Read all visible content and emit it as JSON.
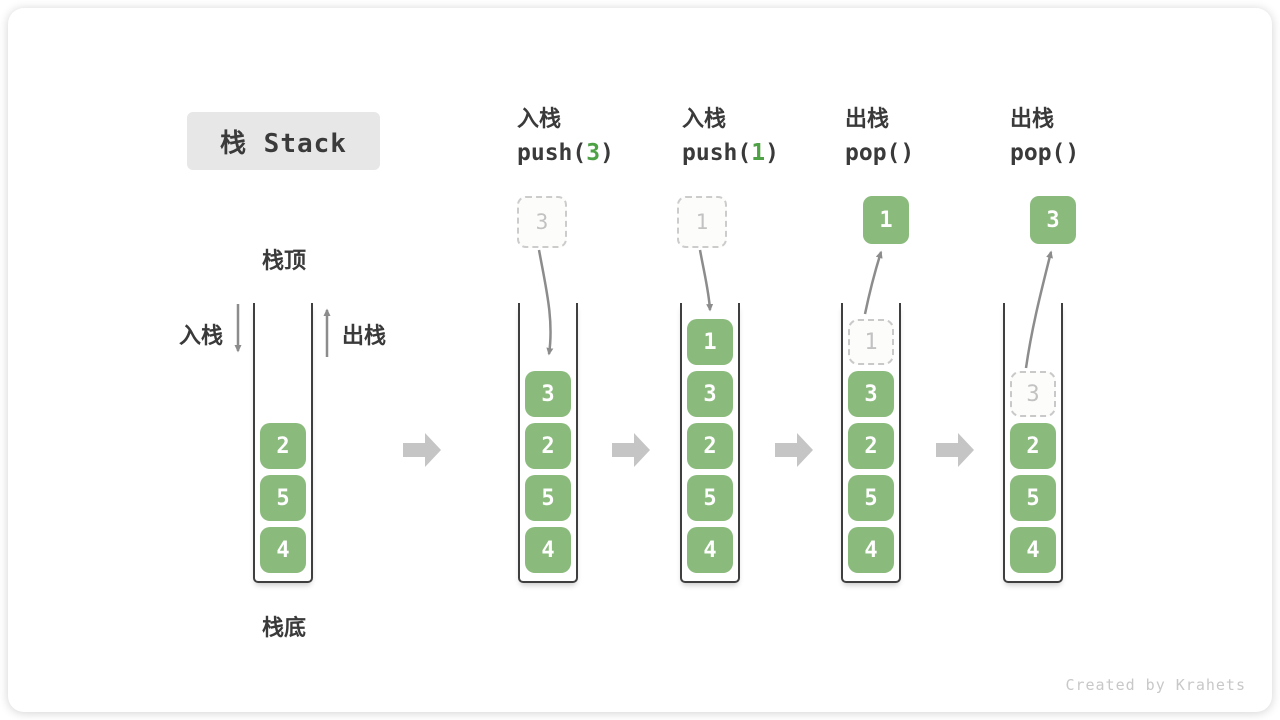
{
  "title": {
    "label": "栈 Stack"
  },
  "legend": {
    "stack_top": "栈顶",
    "stack_bottom": "栈底",
    "push": "入栈",
    "pop": "出栈"
  },
  "watermark": "Created by Krahets",
  "colors": {
    "box_green": "#8aba7c",
    "code_arg_green": "#4fa145",
    "curve_arrow_gray": "#8c8c8c",
    "block_arrow_gray": "#c5c5c5",
    "ghost_border_gray": "#c9c9c9",
    "title_bg_gray": "#e7e7e7",
    "text_dark": "#3a3a3a"
  },
  "columns": [
    {
      "name": "initial-stack",
      "stack": [
        {
          "value": "2",
          "ghost": false
        },
        {
          "value": "5",
          "ghost": false
        },
        {
          "value": "4",
          "ghost": false
        }
      ]
    },
    {
      "name": "push-3",
      "header": {
        "op": "入栈",
        "code_prefix": "push(",
        "code_arg": "3",
        "code_suffix": ")"
      },
      "float": {
        "value": "3",
        "style": "ghost"
      },
      "stack": [
        {
          "value": "3",
          "ghost": false
        },
        {
          "value": "2",
          "ghost": false
        },
        {
          "value": "5",
          "ghost": false
        },
        {
          "value": "4",
          "ghost": false
        }
      ]
    },
    {
      "name": "push-1",
      "header": {
        "op": "入栈",
        "code_prefix": "push(",
        "code_arg": "1",
        "code_suffix": ")"
      },
      "float": {
        "value": "1",
        "style": "ghost"
      },
      "stack": [
        {
          "value": "1",
          "ghost": false
        },
        {
          "value": "3",
          "ghost": false
        },
        {
          "value": "2",
          "ghost": false
        },
        {
          "value": "5",
          "ghost": false
        },
        {
          "value": "4",
          "ghost": false
        }
      ]
    },
    {
      "name": "pop-first",
      "header": {
        "op": "出栈",
        "code_prefix": "pop(",
        "code_arg": "",
        "code_suffix": ")"
      },
      "float": {
        "value": "1",
        "style": "solid"
      },
      "stack": [
        {
          "value": "1",
          "ghost": true
        },
        {
          "value": "3",
          "ghost": false
        },
        {
          "value": "2",
          "ghost": false
        },
        {
          "value": "5",
          "ghost": false
        },
        {
          "value": "4",
          "ghost": false
        }
      ]
    },
    {
      "name": "pop-second",
      "header": {
        "op": "出栈",
        "code_prefix": "pop(",
        "code_arg": "",
        "code_suffix": ")"
      },
      "float": {
        "value": "3",
        "style": "solid"
      },
      "stack": [
        {
          "value": "3",
          "ghost": true
        },
        {
          "value": "2",
          "ghost": false
        },
        {
          "value": "5",
          "ghost": false
        },
        {
          "value": "4",
          "ghost": false
        }
      ]
    }
  ]
}
